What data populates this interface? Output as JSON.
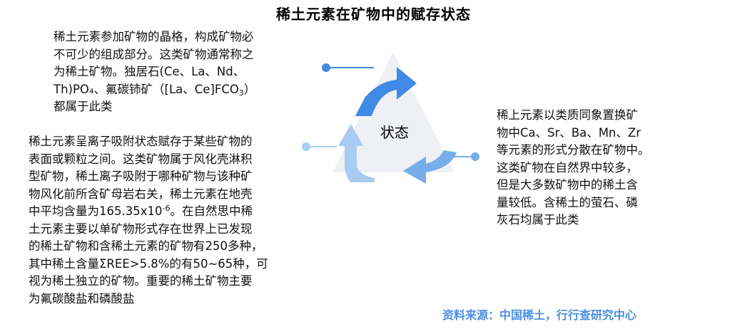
{
  "title": "稀土元素在矿物中的赋存状态",
  "center_label": "状态",
  "block_1": {
    "l1": "稀土元素参加矿物的晶格，构成矿物必",
    "l2": "不可少的组成部分。这类矿物通常称之",
    "l3": "为稀土矿物。独居石(Ce、La、Nd、",
    "l4a": "Th)PO₄、氟碳铈矿（[La、Ce]FCO",
    "l4sub": "3",
    "l4b": "）",
    "l5": "都属于此类"
  },
  "block_2": {
    "l1": "稀土元素呈离子吸附状态赋存于某些矿物的",
    "l2": "表面或颗粒之间。这类矿物属于风化壳淋积",
    "l3": "型矿物，稀土离子吸附于哪种矿物与该种矿",
    "l4": "物风化前所含矿母岩右关，稀土元素在地壳",
    "l5a": "中平均含量为165.35x10",
    "l5sup": "-6",
    "l5b": "。在自然思中稀",
    "l6": "土元素主要以单矿物形式存在世界上已发现",
    "l7": "的稀土矿物和含稀土元素的矿物有250多种，",
    "l8": "其中稀土含量ΣREE>5.8%的有50~65种，可",
    "l9": "视为稀土独立的矿物。重要的稀土矿物主要",
    "l10": "为氟碳酸盐和磷酸盐"
  },
  "block_3": {
    "l1": "稀上元素以类质同象置换矿",
    "l2": "物中Ca、Sr、Ba、Mn、Zr",
    "l3": "等元素的形式分散在矿物中。",
    "l4": "这类矿物在自然界中较多，",
    "l5": "但是大多数矿物中的稀土含",
    "l6": "量较低。含稀土的萤石、磷",
    "l7": "灰石均属于此类"
  },
  "source": "资料来源：中国稀土，行行查研究中心",
  "colors": {
    "triangle_fill": "#eef0f3",
    "arrow_dark_blue": "#3f8ae6",
    "arrow_light_blue": "#a8ccf2",
    "arrow_mid_blue": "#77aee9",
    "dot_blue": "#3f8ae6",
    "dot_light": "#a9cdf3",
    "source_blue": "#4a8fe0"
  },
  "icons": [
    "cycle-arrow-top",
    "cycle-arrow-left",
    "cycle-arrow-right"
  ]
}
